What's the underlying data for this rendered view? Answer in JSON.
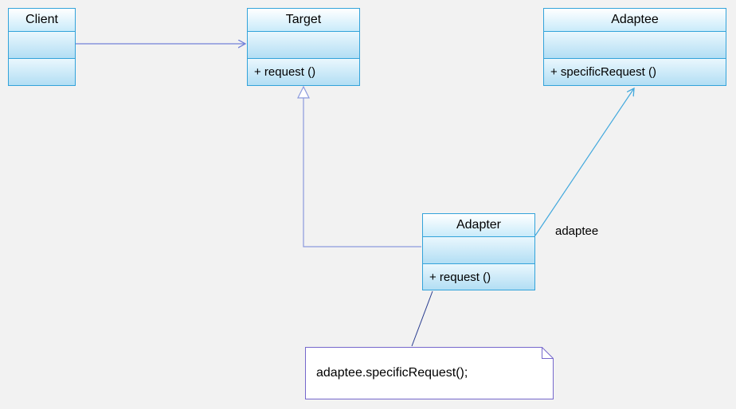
{
  "classes": {
    "client": {
      "title": "Client"
    },
    "target": {
      "title": "Target",
      "method": "+ request ()"
    },
    "adaptee": {
      "title": "Adaptee",
      "method": "+ specificRequest ()"
    },
    "adapter": {
      "title": "Adapter",
      "method": "+ request ()"
    }
  },
  "association_label": "adaptee",
  "note": {
    "text": "adaptee.specificRequest();"
  },
  "colors": {
    "background": "#f2f2f2",
    "class_border": "#33a3da",
    "class_fill_top": "#ffffff",
    "class_fill_bottom": "#b2def4",
    "association_line": "#7381d9",
    "generalization_line": "#8b9add",
    "adaptee_association_line": "#41a8dd",
    "note_border": "#7567cc",
    "note_connector": "#283c8f"
  }
}
